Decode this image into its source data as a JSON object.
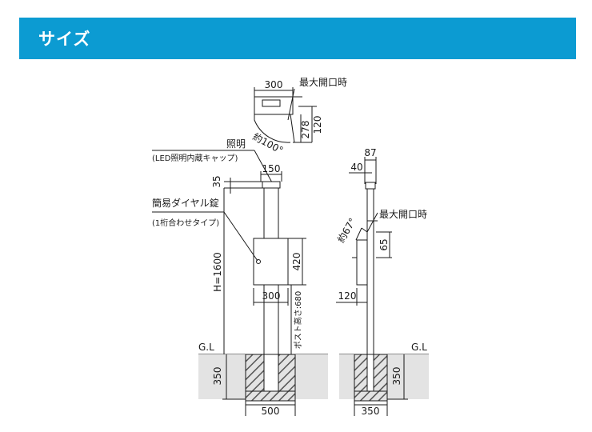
{
  "header": {
    "title": "サイズ"
  },
  "labels": {
    "max_open_top": "最大開口時",
    "lid_angle": "約100°",
    "lighting": "照明",
    "lighting_note": "(LED照明内蔵キャップ)",
    "lock": "簡易ダイヤル錠",
    "lock_note": "(1桁合わせタイプ)",
    "height": "H=1600",
    "post_height": "ポスト高さ:680",
    "gl_left": "G.L",
    "max_open_side": "最大開口時",
    "side_angle": "約67°",
    "gl_right": "G.L"
  },
  "dims": {
    "top_width": "300",
    "top_depth": "278",
    "top_outer": "120",
    "cap_width": "150",
    "cap_height": "35",
    "box_height": "420",
    "box_width": "300",
    "base_depth_left": "350",
    "base_width": "500",
    "side_total": "87",
    "side_post": "40",
    "side_open": "65",
    "side_box": "120",
    "base_depth_right": "350",
    "base_width_right": "350"
  },
  "colors": {
    "header_bg": "#0c9bd2",
    "ground": "#e3e3e3",
    "line": "#1a1a1a"
  }
}
